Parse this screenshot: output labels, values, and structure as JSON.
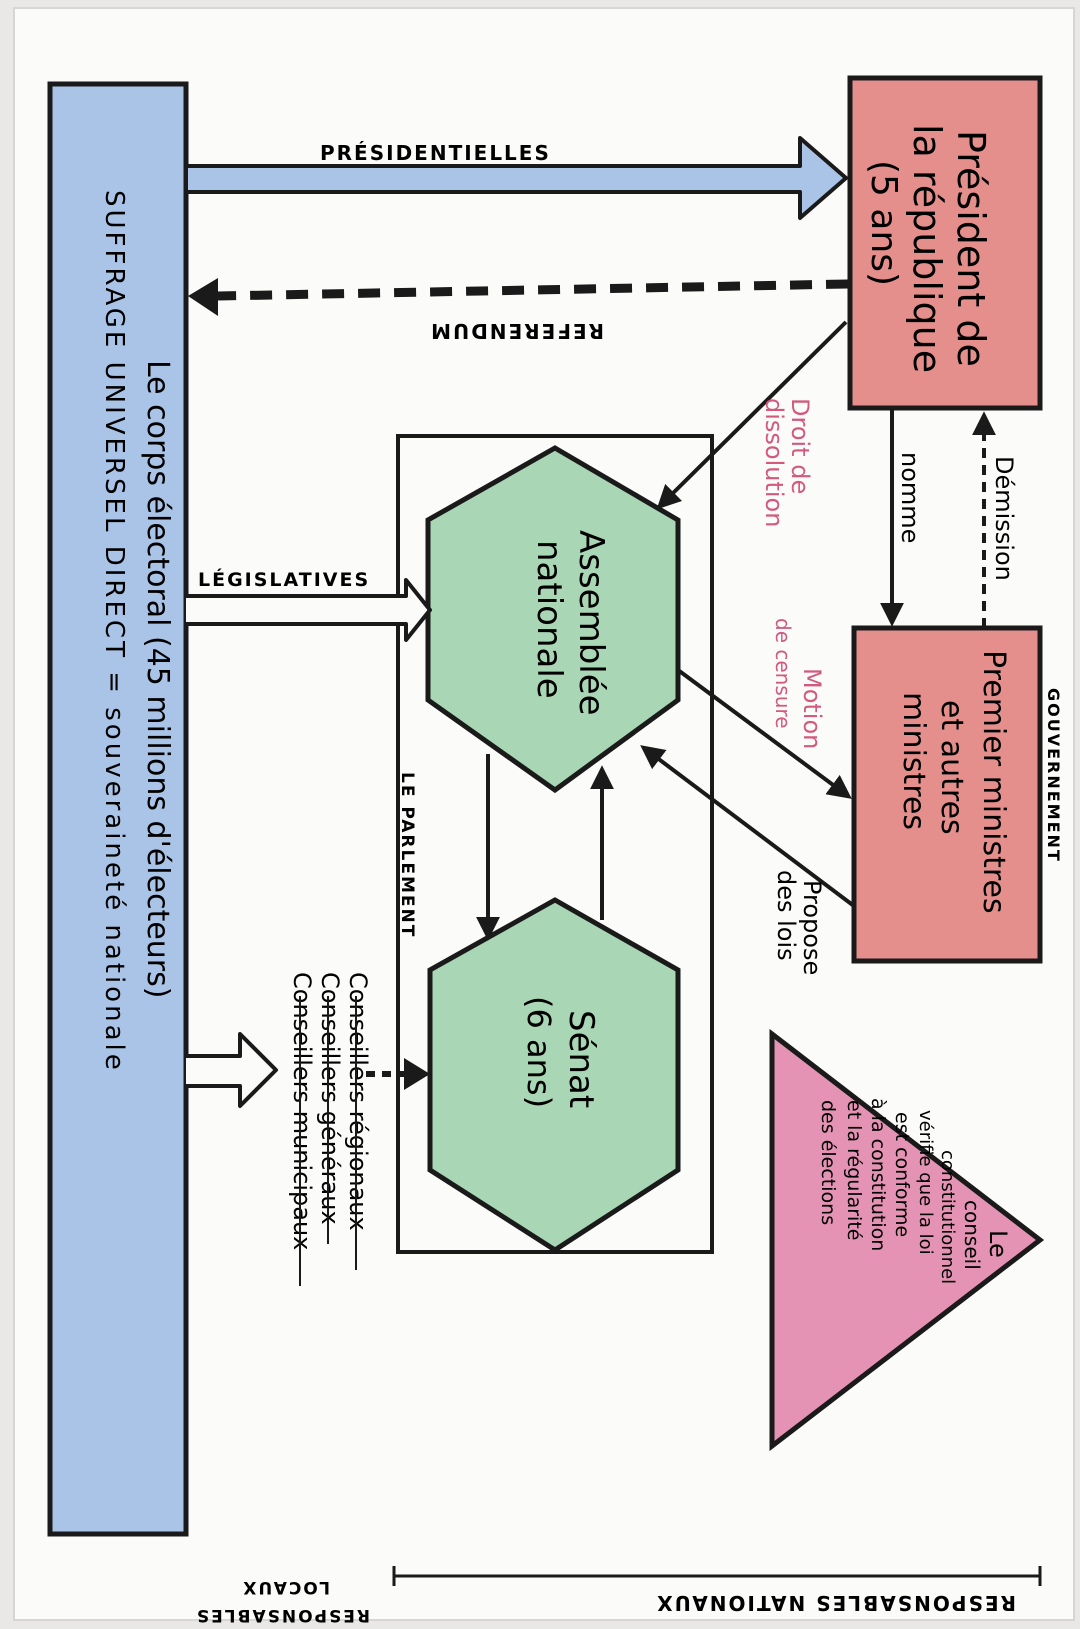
{
  "electorate": {
    "line1": "Le corps électoral (45 millions d'électeurs)",
    "line2": "SUFFRAGE UNIVERSEL DIRECT = souveraineté nationale"
  },
  "president": {
    "line1": "Président de",
    "line2": "la république",
    "line3": "(5 ans)"
  },
  "government": {
    "header": "GOUVERNEMENT",
    "line1": "Premier ministres",
    "line2": "et autres",
    "line3": "ministres"
  },
  "assembly": {
    "line1": "Assemblée",
    "line2": "nationale"
  },
  "senate": {
    "line1": "Sénat",
    "line2": "(6 ans)"
  },
  "parliament": {
    "label": "LE PARLEMENT"
  },
  "council": {
    "line1": "Le",
    "line2": "conseil",
    "line3": "constitutionnel",
    "line4": "vérifie que la loi",
    "line5": "est conforme",
    "line6": "à la constitution",
    "line7": "et la régularité",
    "line8": "des élections"
  },
  "arrows": {
    "presidentielles": "PRÉSIDENTIELLES",
    "referendum": "REFERENDUM",
    "legislatives": "LÉGISLATIVES",
    "demission": "Démission",
    "nomme": "nomme",
    "droit_line1": "Droit de",
    "droit_line2": "dissolution",
    "motion_line1": "Motion",
    "motion_line2": "de censure",
    "propose_line1": "Propose",
    "propose_line2": "des lois"
  },
  "local_electors": {
    "item1": "Conseillers régionaux",
    "item2": "Conseillers généraux",
    "item3": "Conseillers municipaux"
  },
  "footer": {
    "national": "RESPONSABLES NATIONAUX",
    "local_line1": "RESPONSABLES",
    "local_line2": "LOCAUX"
  },
  "colors": {
    "electorate_fill": "#a9c4e6",
    "president_fill": "#e58f8d",
    "parliament_fill": "#a9d6b4",
    "council_fill": "#e493b4",
    "ink": "#1a1a1a",
    "motion_ink": "#d25a7e"
  }
}
